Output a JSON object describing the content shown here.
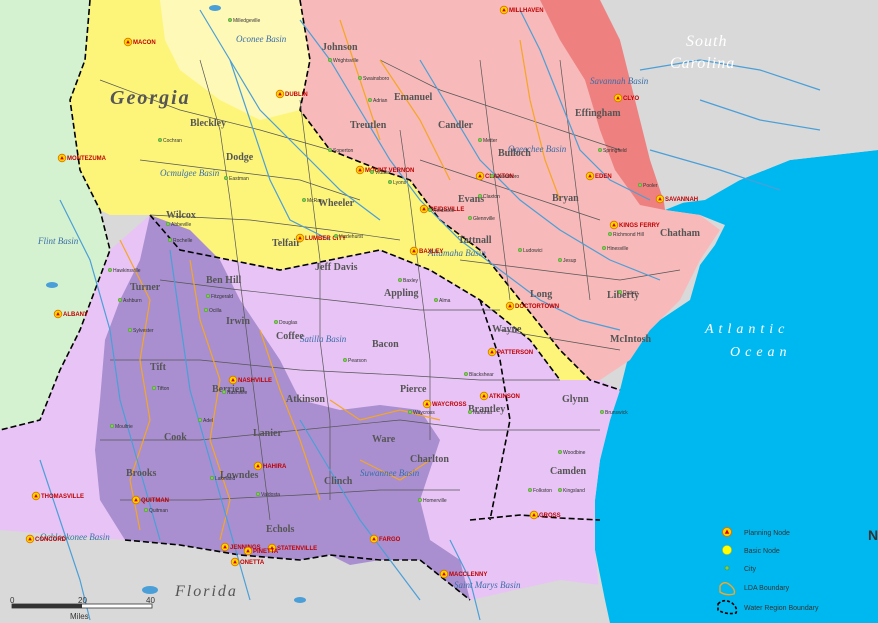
{
  "map": {
    "state_labels": {
      "georgia": "Georgia",
      "south_carolina_1": "South",
      "south_carolina_2": "Carolina",
      "florida": "Florida"
    },
    "ocean_labels": {
      "line1": "Atlantic",
      "line2": "Ocean"
    },
    "basins": [
      "Oconee Basin",
      "Ocmulgee Basin",
      "Flint Basin",
      "Altamaha Basin",
      "Ogeechee Basin",
      "Savannah Basin",
      "Satilla Basin",
      "Suwannee Basin",
      "Ochlockonee Basin",
      "Saint Marys Basin"
    ],
    "counties": [
      "Johnson",
      "Emanuel",
      "Bleckley",
      "Dodge",
      "Treutlen",
      "Candler",
      "Bulloch",
      "Effingham",
      "Wheeler",
      "Wilcox",
      "Telfair",
      "Evans",
      "Tattnall",
      "Bryan",
      "Chatham",
      "Ben Hill",
      "Jeff Davis",
      "Appling",
      "Long",
      "Liberty",
      "Turner",
      "Irwin",
      "Coffee",
      "Bacon",
      "Wayne",
      "McIntosh",
      "Tift",
      "Berrien",
      "Atkinson",
      "Pierce",
      "Brantley",
      "Glynn",
      "Cook",
      "Lanier",
      "Ware",
      "Charlton",
      "Camden",
      "Brooks",
      "Lowndes",
      "Clinch",
      "Echols"
    ],
    "planning_nodes": [
      "MILLHAVEN",
      "MACON",
      "DUBLIN",
      "MONTEZUMA",
      "ALBANY",
      "THOMASVILLE",
      "QUITMAN",
      "CONCORD",
      "ONETTA",
      "JENNINGS",
      "STATENVILLE",
      "FARGO",
      "MACCLENNY",
      "GROSS",
      "WAYCROSS",
      "ATKINSON",
      "PATTERSON",
      "DOCTORTOWN",
      "CLAXTON",
      "REIDSVILLE",
      "BAXLEY",
      "LUMBER CITY",
      "MOUNT VERNON",
      "EDEN",
      "KINGS FERRY",
      "SAVANNAH",
      "CLYO",
      "NASHVILLE",
      "HAHIRA",
      "PINETTA"
    ],
    "cities": [
      "Milledgeville",
      "Wrightsville",
      "Swainsboro",
      "Adrian",
      "Soperton",
      "Vidalia",
      "Lyons",
      "Glennville",
      "Statesboro",
      "Claxton",
      "Ludowici",
      "Jesup",
      "Pooler",
      "Hinesville",
      "Darien",
      "Brunswick",
      "Woodbine",
      "Kingsland",
      "Folkston",
      "Homerville",
      "Valdosta",
      "Lakeland",
      "Adel",
      "Tifton",
      "Fitzgerald",
      "Douglas",
      "Hazlehurst",
      "Baxley",
      "Alma",
      "Blackshear",
      "Nahunta",
      "Waycross",
      "Pearson",
      "McRae",
      "Eastman",
      "Cochran",
      "Hawkinsville",
      "Abbeville",
      "Rochelle",
      "Ocilla",
      "Sylvester",
      "Ashburn",
      "Nashville",
      "Quitman",
      "Moultrie",
      "Metter",
      "Reidsville",
      "Springfield",
      "Richmond Hill"
    ],
    "scale": {
      "ticks": [
        "0",
        "20",
        "40"
      ],
      "unit": "Miles"
    }
  },
  "legend": {
    "items": [
      {
        "label": "Planning Node",
        "icon": "planning-node-icon"
      },
      {
        "label": "Basic Node",
        "icon": "basic-node-icon"
      },
      {
        "label": "City",
        "icon": "city-icon"
      },
      {
        "label": "LDA Boundary",
        "icon": "lda-boundary-icon"
      },
      {
        "label": "Water Region Boundary",
        "icon": "water-region-boundary-icon"
      }
    ]
  },
  "colors": {
    "ocean": "#00b8f0",
    "land_gray": "#d9d9d9",
    "yellow": "#fdf57a",
    "light_yellow": "#fff9b8",
    "pink": "#f7b9b9",
    "red": "#ee8080",
    "lavender": "#e8c3f5",
    "purple": "#a98fcf",
    "green": "#d5f2d0",
    "river": "#4a9fd8",
    "county_line": "#555555",
    "region_line": "#000000",
    "lda_line": "#f5a623"
  }
}
